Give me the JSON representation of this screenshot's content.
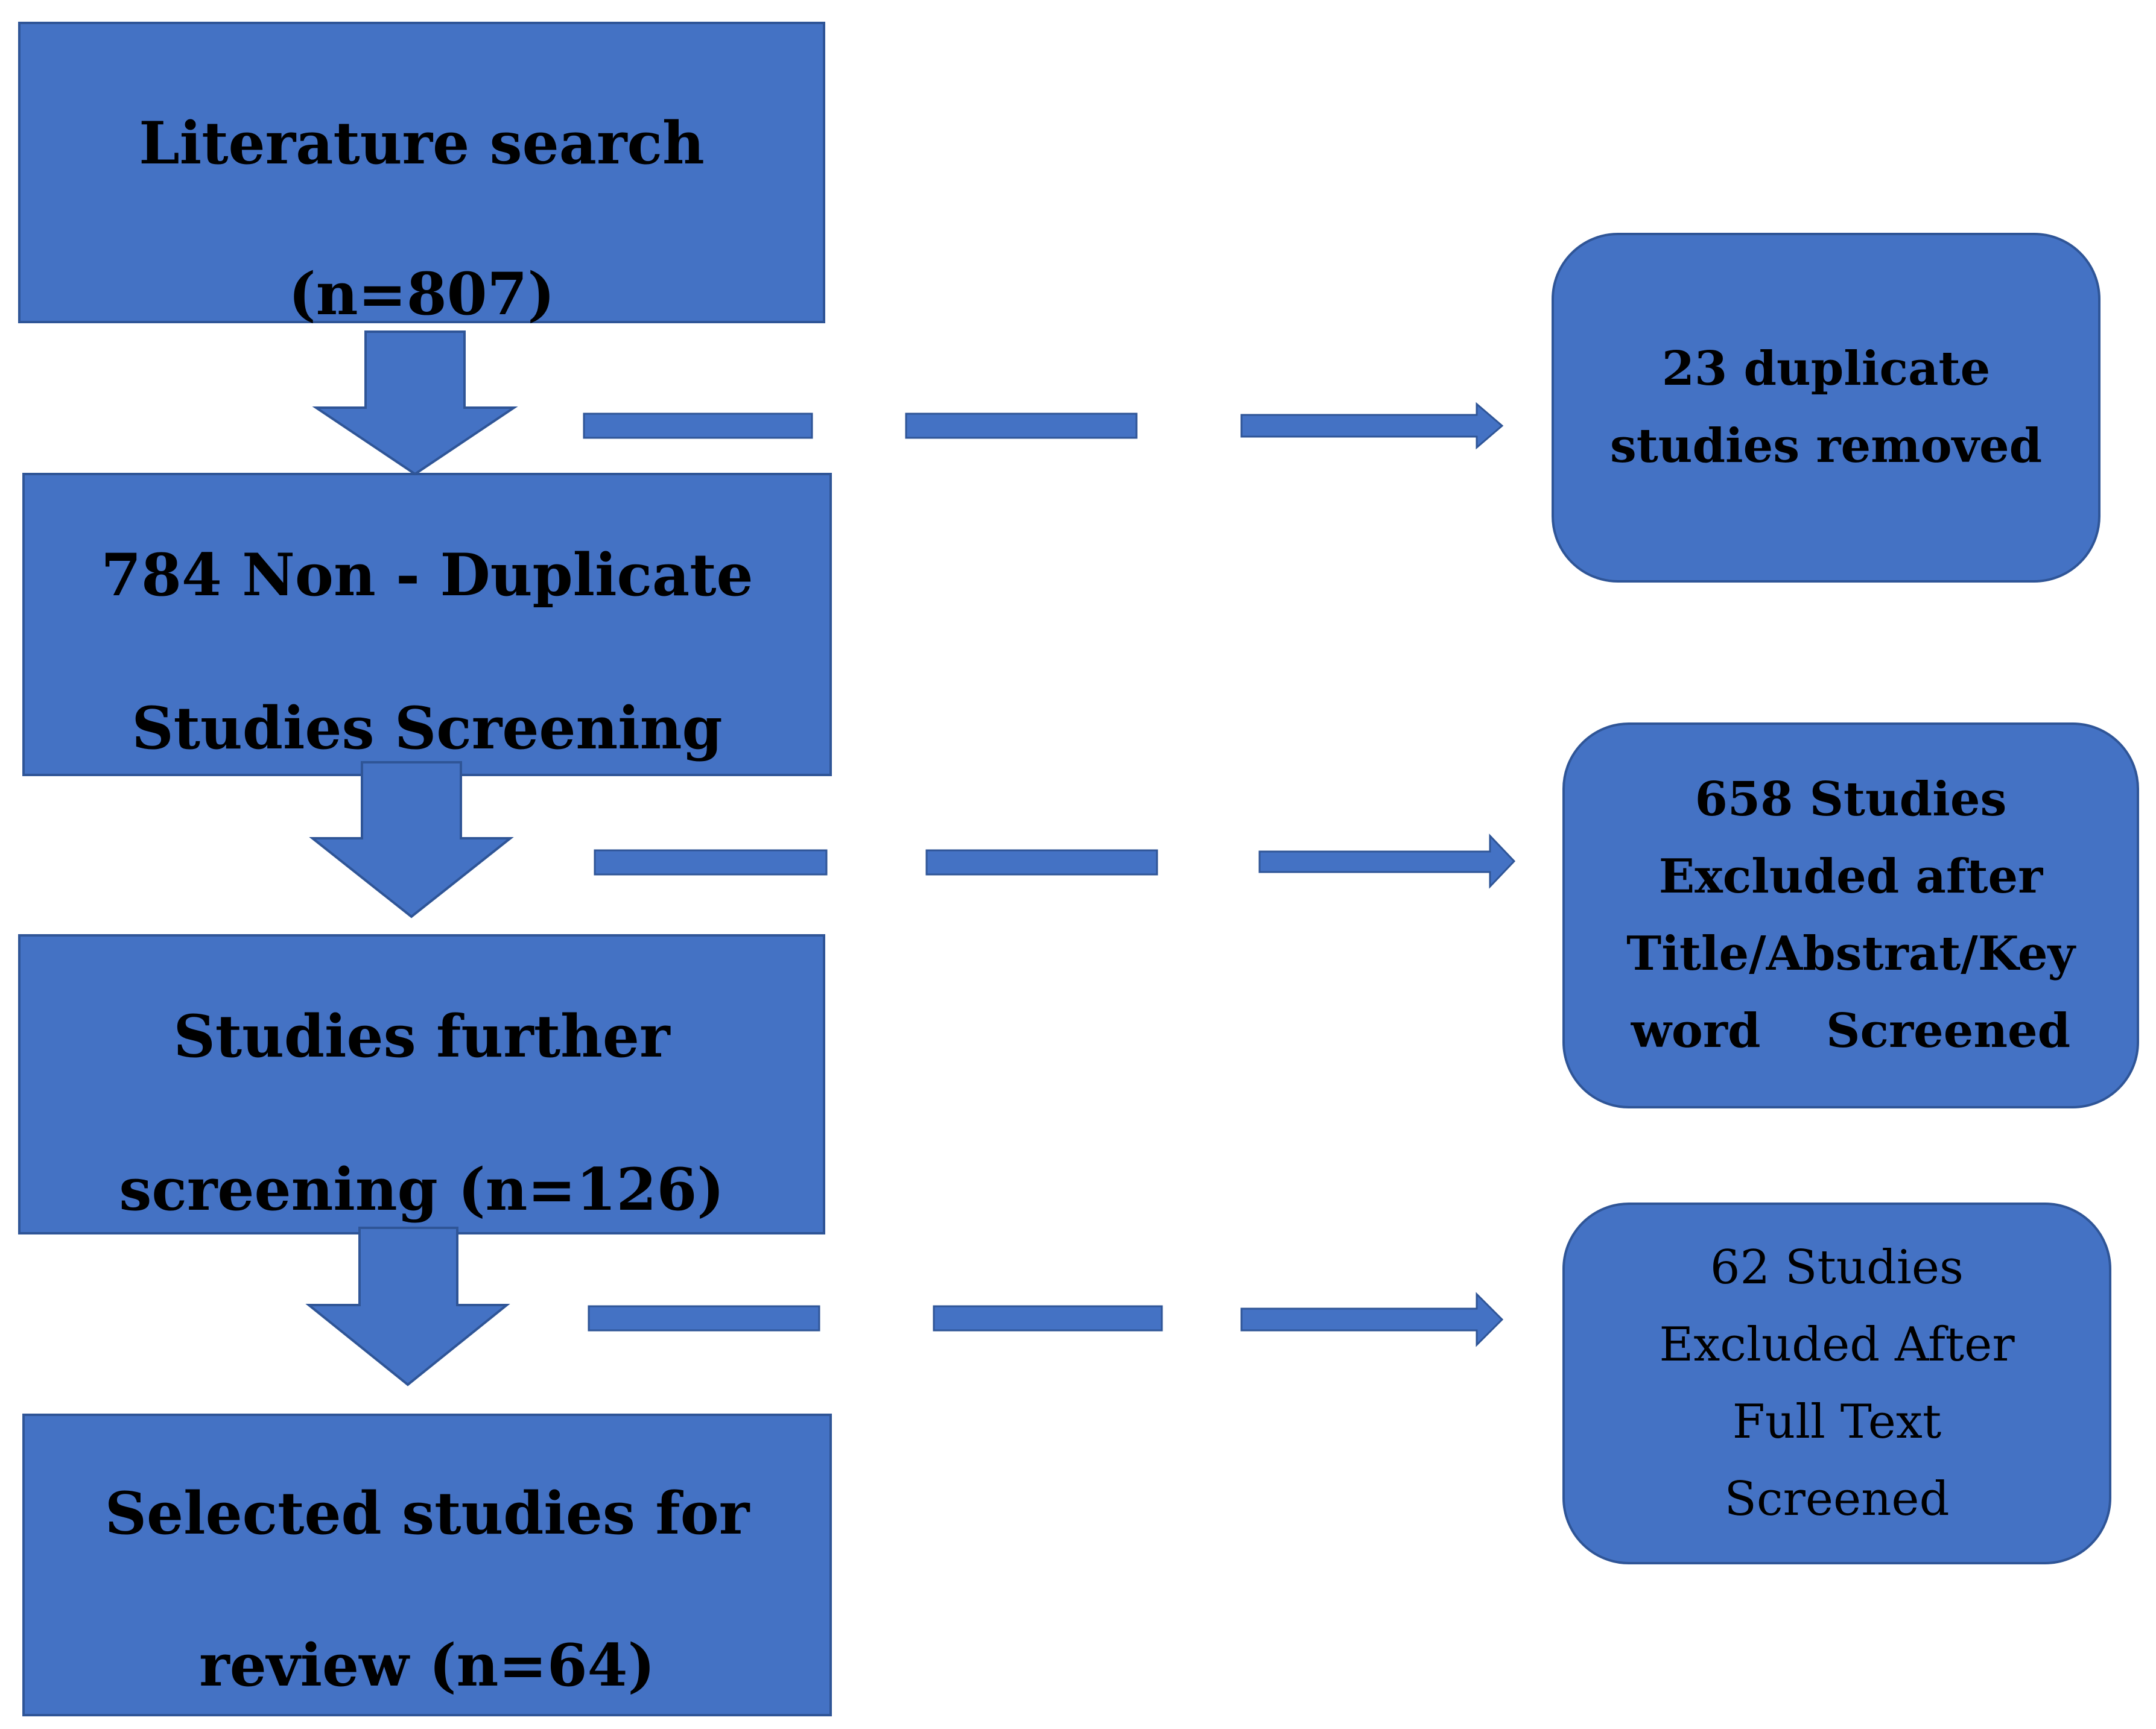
{
  "flow": {
    "main_boxes": [
      {
        "lines": [
          "Literature search",
          "(n=807)"
        ]
      },
      {
        "lines": [
          "784 Non - Duplicate",
          "Studies Screening"
        ]
      },
      {
        "lines": [
          "Studies further",
          "screening (n=126)"
        ]
      },
      {
        "lines": [
          "Selected studies for",
          "review (n=64)"
        ]
      }
    ],
    "side_boxes": [
      {
        "lines": [
          "23 duplicate",
          "studies removed"
        ]
      },
      {
        "lines": [
          "658 Studies",
          "Excluded after",
          "Title/Abstrat/Key",
          "word    Screened"
        ]
      },
      {
        "lines": [
          "62 Studies",
          "Excluded After",
          "Full Text",
          "Screened"
        ]
      }
    ]
  },
  "colors": {
    "box_fill": "#4472c4",
    "box_border": "#2f5597",
    "text": "#000000"
  }
}
